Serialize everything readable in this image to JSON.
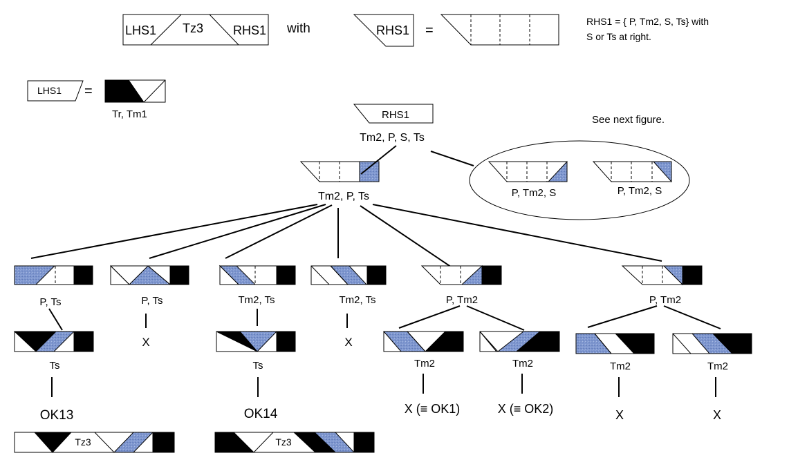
{
  "colors": {
    "blue": "#7f97cf",
    "black": "#000000",
    "outline": "#000000"
  },
  "legend": {
    "lhs1": "LHS1",
    "tz3": "Tz3",
    "rhs1": "RHS1",
    "with": "with",
    "rhs1_box": "RHS1",
    "equals": "=",
    "rhs1_def_line1": "RHS1 = { P, Tm2, S, Ts}  with",
    "rhs1_def_line2": "S or Ts at right.",
    "lhs1_box": "LHS1",
    "lhs1_equals": "=",
    "lhs1_types": "Tr, Tm1"
  },
  "root": {
    "label": "RHS1",
    "types": "Tm2, P, S, Ts"
  },
  "see_next": "See next figure.",
  "ellipse": {
    "left_label": "P, Tm2, S",
    "right_label": "P, Tm2, S"
  },
  "level1": {
    "label": "Tm2, P, Ts"
  },
  "level2": [
    "P, Ts",
    "P, Ts",
    "Tm2, Ts",
    "Tm2, Ts",
    "P, Tm2",
    "P, Tm2"
  ],
  "level3": [
    "Ts",
    "X",
    "Ts",
    "X",
    "Tm2",
    "Tm2",
    "Tm2",
    "Tm2"
  ],
  "level4": [
    "OK13",
    "OK14",
    "X (≡ OK1)",
    "X (≡ OK2)",
    "X",
    "X"
  ],
  "tz3_label": "Tz3"
}
